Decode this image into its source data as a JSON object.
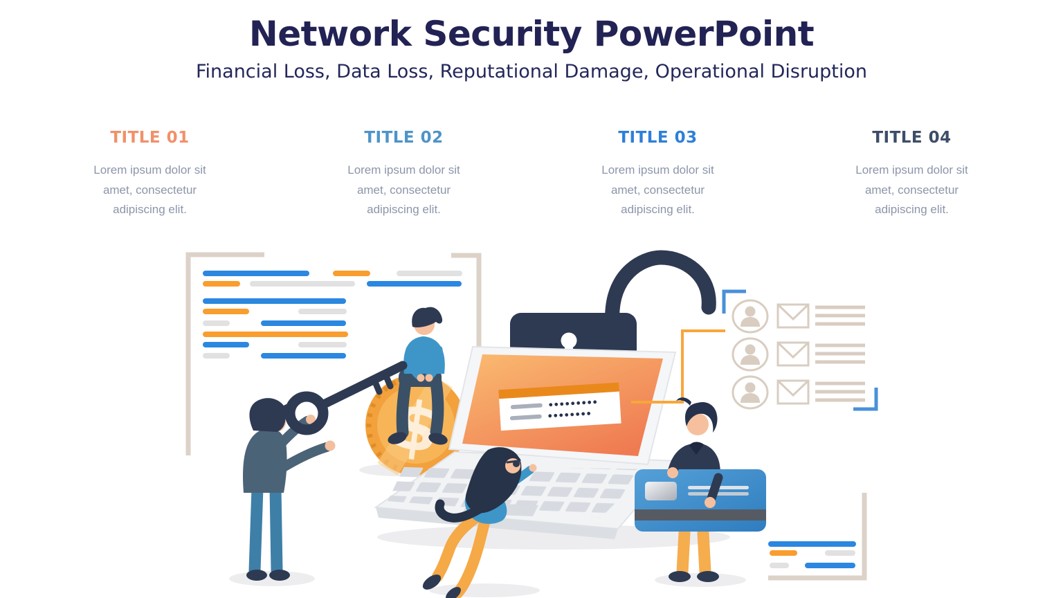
{
  "slide": {
    "title": "Network Security PowerPoint",
    "subtitle": "Financial Loss, Data Loss, Reputational Damage, Operational Disruption"
  },
  "columns": [
    {
      "label": "TITLE 01",
      "accent_color": "#F0916A",
      "body": "Lorem ipsum dolor sit amet, consectetur adipiscing elit."
    },
    {
      "label": "TITLE 02",
      "accent_color": "#4E94C8",
      "body": "Lorem ipsum dolor sit amet, consectetur adipiscing elit."
    },
    {
      "label": "TITLE 03",
      "accent_color": "#2E7FD9",
      "body": "Lorem ipsum dolor sit amet, consectetur adipiscing elit."
    },
    {
      "label": "TITLE 04",
      "accent_color": "#3D4D68",
      "body": "Lorem ipsum dolor sit amet, consectetur adipiscing elit."
    }
  ],
  "illustration": {
    "description": "Flat illustration: man lifting a giant key, man sitting on a dollar coin, woman reaching onto a laptop keyboard showing a password login screen, open padlock behind the laptop, man carrying a credit card, code lines and a contact/mail list as decoration",
    "icons": [
      "key-icon",
      "padlock-icon",
      "dollar-coin-icon",
      "laptop-icon",
      "login-form-icon",
      "credit-card-icon",
      "user-avatar-icon",
      "envelope-icon",
      "code-lines-icon",
      "corner-bracket-icon"
    ],
    "login_panel": {
      "password_rows": 2
    },
    "contact_rows": 3,
    "colors": {
      "navy": "#2E3A52",
      "code_blue": "#2B87E0",
      "figure_blue": "#3E96C8",
      "code_orange": "#F99D2E",
      "coin_orange": "#F2A13C",
      "pants_orange": "#F5A947",
      "beige": "#DCD2C8",
      "light_gray": "#E1E1E1",
      "card_blue": "#3E8ECB",
      "skin": "#F6C09E",
      "screen_gradient": [
        "#FABB71",
        "#EF7B52"
      ]
    }
  }
}
